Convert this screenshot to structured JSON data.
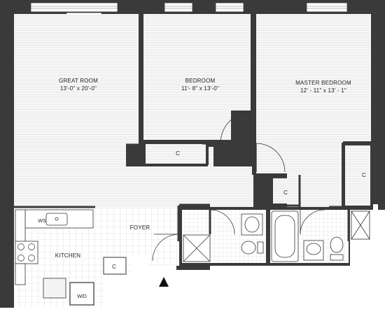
{
  "rooms": {
    "great_room": {
      "name": "GREAT ROOM",
      "dims": "13'-0\" x  20'-0\""
    },
    "bedroom": {
      "name": "BEDROOM",
      "dims": "11'- 8\" x 13'-0\""
    },
    "master_bedroom": {
      "name": "MASTER BEDROOM",
      "dims": "12' - 11\" x 13' - 1\""
    },
    "foyer": {
      "name": "FOYER"
    },
    "kitchen": {
      "name": "KITCHEN"
    }
  },
  "closets": {
    "bedroom_closet": "C",
    "master_closet": "C",
    "hall_closet": "C",
    "kitchen_closet": "C"
  },
  "fixtures": {
    "washer_dryer": "W/D",
    "wine_storage": "WS"
  },
  "colors": {
    "wall": "#3a3a3a",
    "floor_line": "#d9d9d9",
    "tile_line": "#cfcfcf",
    "fixture_stroke": "#333333"
  }
}
